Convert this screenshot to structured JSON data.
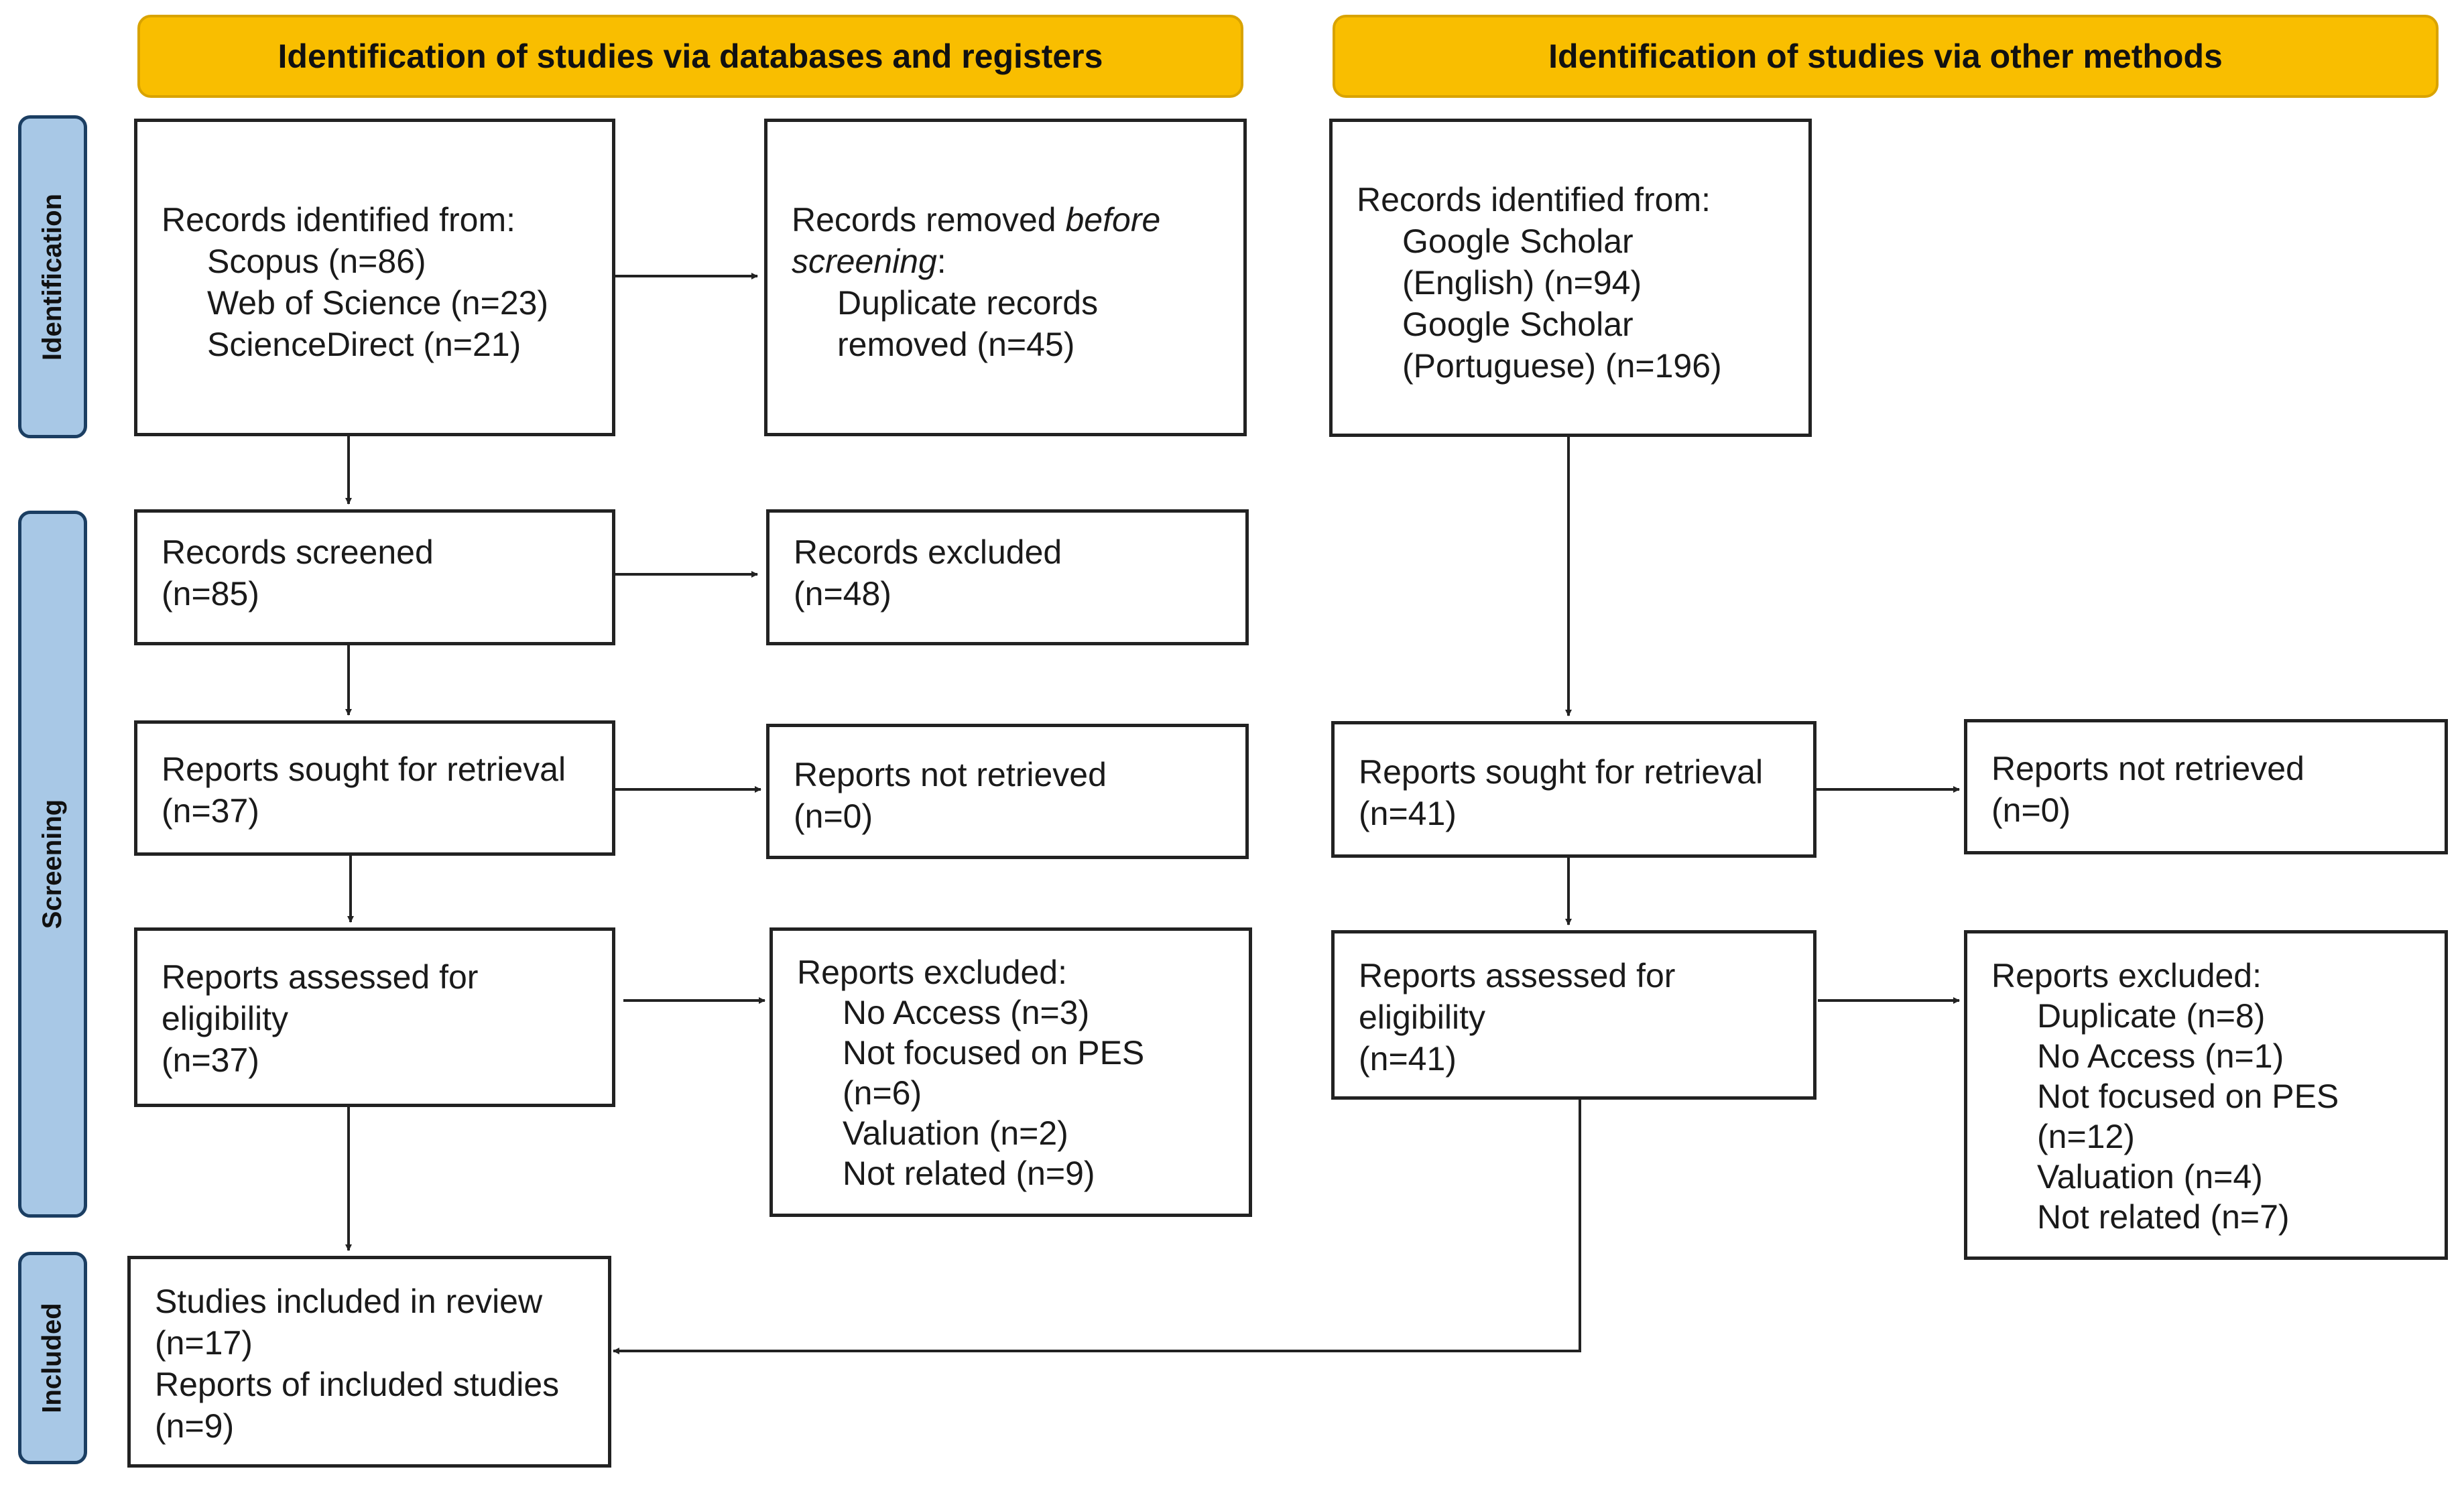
{
  "banners": {
    "left": "Identification of studies via databases and registers",
    "right": "Identification of studies via other methods"
  },
  "phases": {
    "identification": "Identification",
    "screening": "Screening",
    "included": "Included"
  },
  "db": {
    "records_identified": {
      "heading": "Records identified from:",
      "sources": [
        "Scopus (n=86)",
        "Web of Science (n=23)",
        "ScienceDirect (n=21)"
      ]
    },
    "records_removed": {
      "heading_plain": "Records removed ",
      "heading_italic": "before",
      "heading_italic2": "screening",
      "heading_colon": ":",
      "item_line1": "Duplicate records",
      "item_line2": "removed (n=45)"
    },
    "records_screened": {
      "title": "Records screened",
      "count": "(n=85)"
    },
    "records_excluded": {
      "title": "Records excluded",
      "count": "(n=48)"
    },
    "reports_sought": {
      "title": "Reports sought for retrieval",
      "count": "(n=37)"
    },
    "reports_not_retrieved": {
      "title": "Reports not retrieved",
      "count": "(n=0)"
    },
    "reports_assessed": {
      "line1": "Reports assessed for",
      "line2": "eligibility",
      "count": "(n=37)"
    },
    "reports_excluded": {
      "heading": "Reports excluded:",
      "items": [
        "No Access (n=3)",
        "Not focused on PES",
        "(n=6)",
        "Valuation (n=2)",
        "Not related (n=9)"
      ]
    },
    "included": {
      "studies": "Studies included in review",
      "studies_count": "(n=17)",
      "reports": "Reports of included studies",
      "reports_count": "(n=9)"
    }
  },
  "other": {
    "records_identified": {
      "heading": "Records identified from:",
      "sources": [
        "Google Scholar",
        "(English) (n=94)",
        "Google Scholar",
        "(Portuguese) (n=196)"
      ]
    },
    "reports_sought": {
      "title": "Reports sought for retrieval",
      "count": "(n=41)"
    },
    "reports_not_retrieved": {
      "title": "Reports not retrieved",
      "count": "(n=0)"
    },
    "reports_assessed": {
      "line1": "Reports assessed for",
      "line2": "eligibility",
      "count": "(n=41)"
    },
    "reports_excluded": {
      "heading": "Reports excluded:",
      "items": [
        "Duplicate (n=8)",
        "No Access (n=1)",
        "Not focused on PES",
        "(n=12)",
        "Valuation (n=4)",
        "Not related (n=7)"
      ]
    }
  },
  "colors": {
    "banner": "#f9be00",
    "phase": "#a8c8e6",
    "phase_border": "#1b3e62"
  }
}
